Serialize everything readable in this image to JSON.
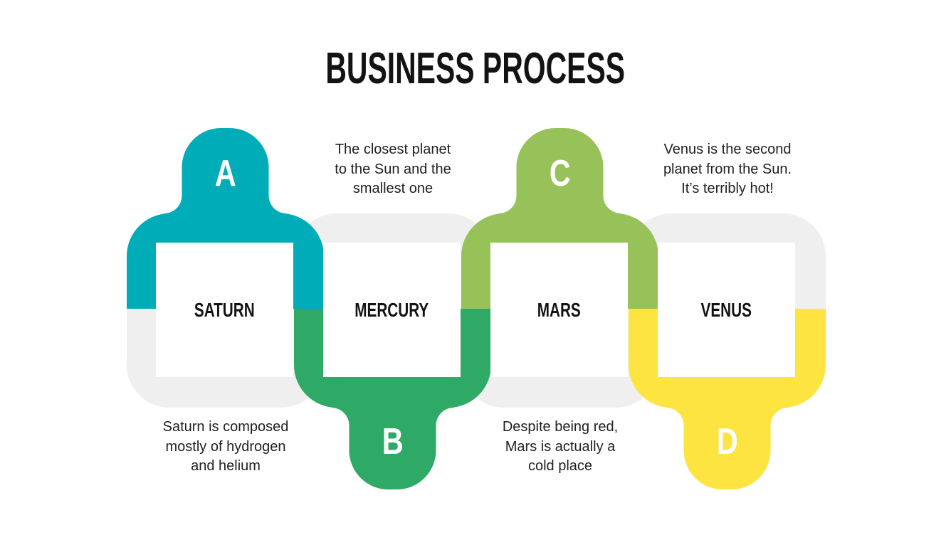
{
  "title": "BUSINESS PROCESS",
  "palette": {
    "track": "#EFEFEF",
    "card": "#FFFFFF",
    "letter_text": "#FFFFFF",
    "title_text": "#131313",
    "body_text": "#212121"
  },
  "steps": [
    {
      "letter": "A",
      "name": "SATURN",
      "color": "#00ACB8",
      "tab_position": "top",
      "description_position": "below",
      "description": "Saturn is composed\nmostly of hydrogen\nand helium"
    },
    {
      "letter": "B",
      "name": "MERCURY",
      "color": "#2FA966",
      "tab_position": "bottom",
      "description_position": "above",
      "description": "The closest planet\nto the Sun and the\nsmallest one"
    },
    {
      "letter": "C",
      "name": "MARS",
      "color": "#97C25A",
      "tab_position": "top",
      "description_position": "below",
      "description": "Despite being red,\nMars is actually a\ncold place"
    },
    {
      "letter": "D",
      "name": "VENUS",
      "color": "#FEE440",
      "tab_position": "bottom",
      "description_position": "above",
      "description": "Venus is the second\nplanet from the Sun.\nIt’s terribly hot!"
    }
  ]
}
